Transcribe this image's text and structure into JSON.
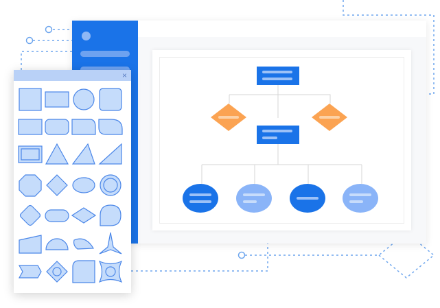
{
  "panel": {
    "close_glyph": "×"
  },
  "colors": {
    "sidebar": "#1a73e8",
    "node_dark": "#1a73e8",
    "node_light": "#8ab4f8",
    "decision": "#fba352",
    "shape_fill": "#c5dcfb",
    "shape_stroke": "#4a86e8",
    "dashed_line": "#6ea6ee"
  },
  "shapes": [
    "square",
    "rectangle",
    "circle",
    "rounded-square",
    "rectangle",
    "rounded-rectangle",
    "tab-rectangle",
    "curved-tab",
    "double-border-rectangle",
    "triangle",
    "right-triangle-left",
    "right-triangle",
    "octagon",
    "diamond",
    "ellipse",
    "double-circle",
    "rounded-diamond",
    "pill",
    "flat-diamond",
    "drop",
    "manual-input",
    "half-circle",
    "curved-semicircle",
    "star-tri",
    "pentagon-arrow",
    "diamond-circle",
    "rounded-document",
    "star-circle"
  ],
  "flowchart": {
    "nodes": [
      {
        "id": "start",
        "kind": "process-dark"
      },
      {
        "id": "decision-left",
        "kind": "decision"
      },
      {
        "id": "decision-right",
        "kind": "decision"
      },
      {
        "id": "process-mid",
        "kind": "process-dark"
      },
      {
        "id": "leaf-1",
        "kind": "ellipse-dark"
      },
      {
        "id": "leaf-2",
        "kind": "ellipse-light"
      },
      {
        "id": "leaf-3",
        "kind": "ellipse-dark"
      },
      {
        "id": "leaf-4",
        "kind": "ellipse-light"
      }
    ]
  }
}
